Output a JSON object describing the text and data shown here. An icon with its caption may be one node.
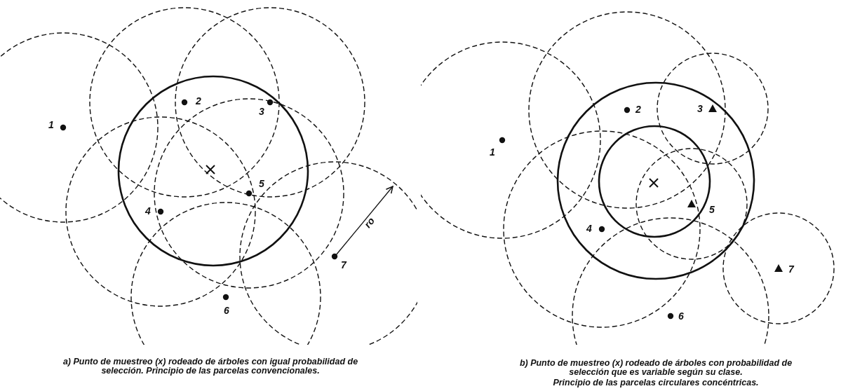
{
  "diagram": {
    "labels": [
      "1",
      "2",
      "3",
      "4",
      "5",
      "6",
      "7",
      "ro",
      "a) Punto de muestreo (x) rodeado de árboles con igual probabilidad de selección. Principio de las parcelas convencionales.",
      "1",
      "2",
      "3",
      "4",
      "5",
      "6",
      "7",
      "b) Punto de muestreo (x) rodeado de árboles con probabilidad de selección que es variable según su clase.",
      "Principio de las parcelas circulares concéntricas."
    ]
  }
}
